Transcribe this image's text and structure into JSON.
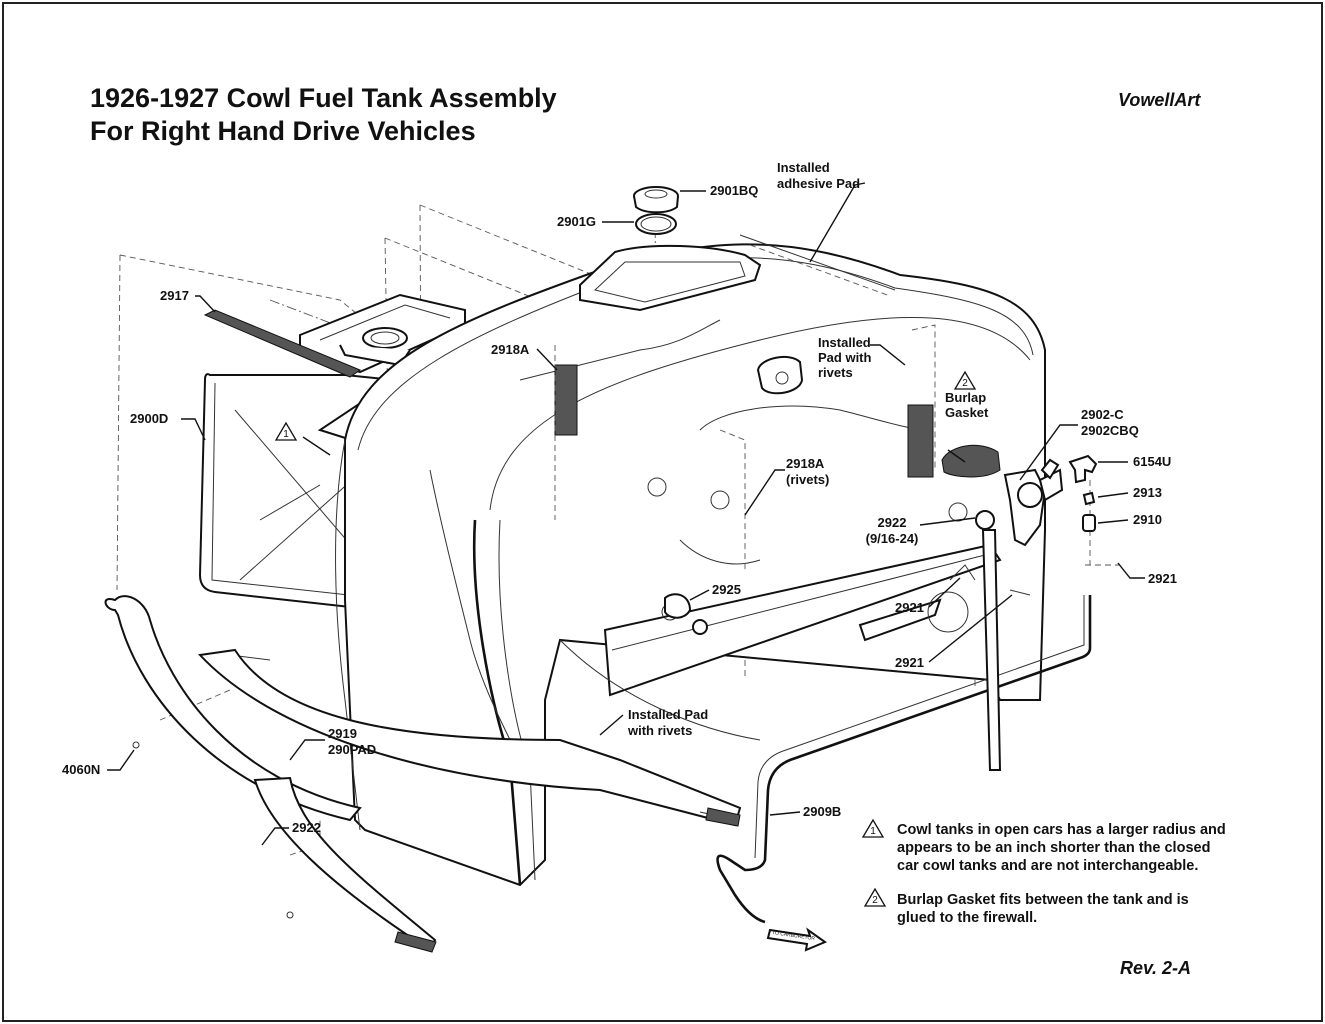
{
  "title": {
    "line1": "1926-1927 Cowl Fuel Tank Assembly",
    "line2": "For Right Hand Drive Vehicles"
  },
  "brand": "VowellArt",
  "revision": "Rev. 2-A",
  "part_labels": {
    "p2901BQ": "2901BQ",
    "p2901G": "2901G",
    "installed_adhesive_pad_1": "Installed",
    "installed_adhesive_pad_2": "adhesive Pad",
    "p2917": "2917",
    "p2918A": "2918A",
    "installed_pad_rivets_1": "Installed",
    "installed_pad_rivets_2": "Pad with",
    "installed_pad_rivets_3": "rivets",
    "burlap_1": "Burlap",
    "burlap_2": "Gasket",
    "p2900D": "2900D",
    "p2902C": "2902-C",
    "p2902CBQ": "2902CBQ",
    "p6154U": "6154U",
    "p2913": "2913",
    "p2910": "2910",
    "p2918A_rivets_1": "2918A",
    "p2918A_rivets_2": "(rivets)",
    "p2922_a": "2922",
    "p2922_thread": "(9/16-24)",
    "p2925": "2925",
    "p2921_a": "2921",
    "p2921_b": "2921",
    "p2921_c": "2921",
    "installed_pad_lower_1": "Installed Pad",
    "installed_pad_lower_2": "with rivets",
    "p2919": "2919",
    "p290PAD": "290PAD",
    "p4060N": "4060N",
    "p2922_b": "2922",
    "p2909B": "2909B",
    "to_carburetor": "TO CARBURETOR"
  },
  "notes": [
    {
      "marker": "1",
      "lines": [
        "Cowl tanks in open cars has a larger radius and",
        "appears to be an inch shorter than the closed",
        "car cowl tanks and are not interchangeable."
      ]
    },
    {
      "marker": "2",
      "lines": [
        "Burlap Gasket fits between the tank and is",
        "glued to the firewall."
      ]
    }
  ],
  "drawing_markers": {
    "tank_note": "1",
    "gasket_note": "2"
  },
  "colors": {
    "ink": "#111111",
    "background": "#ffffff",
    "pad_fill": "#555555"
  }
}
